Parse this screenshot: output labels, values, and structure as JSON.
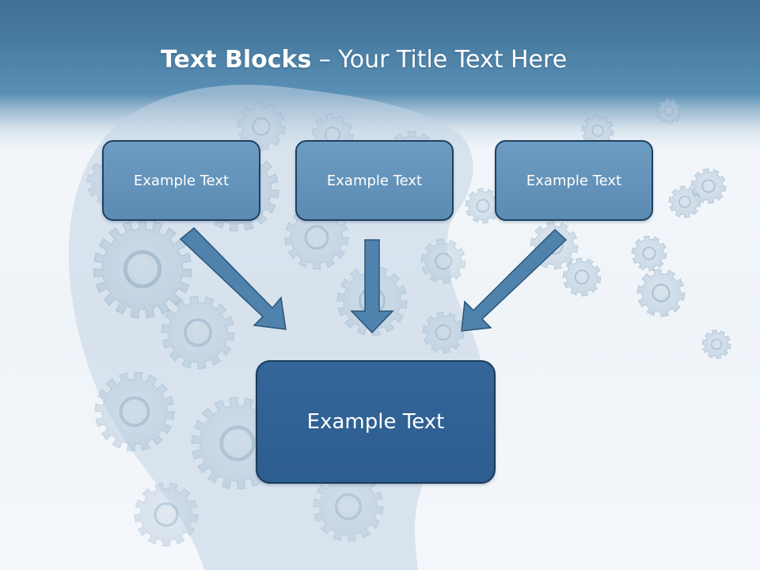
{
  "slide": {
    "title_bold": "Text Blocks",
    "title_rest": " – Your Title Text Here"
  },
  "blocks": {
    "top": [
      {
        "label": "Example Text"
      },
      {
        "label": "Example Text"
      },
      {
        "label": "Example Text"
      }
    ],
    "main": {
      "label": "Example Text"
    }
  },
  "colors": {
    "header": "#4a7ea3",
    "block_fill": "#6496be",
    "main_block_fill": "#30619a",
    "block_border": "#1e4060",
    "arrow_fill": "#4f82ad",
    "background": "#f1f5fa",
    "gear_fill": "#b3c7da"
  },
  "icons": {
    "background": "gears-head-icon",
    "arrows": "arrow-down-icon"
  }
}
